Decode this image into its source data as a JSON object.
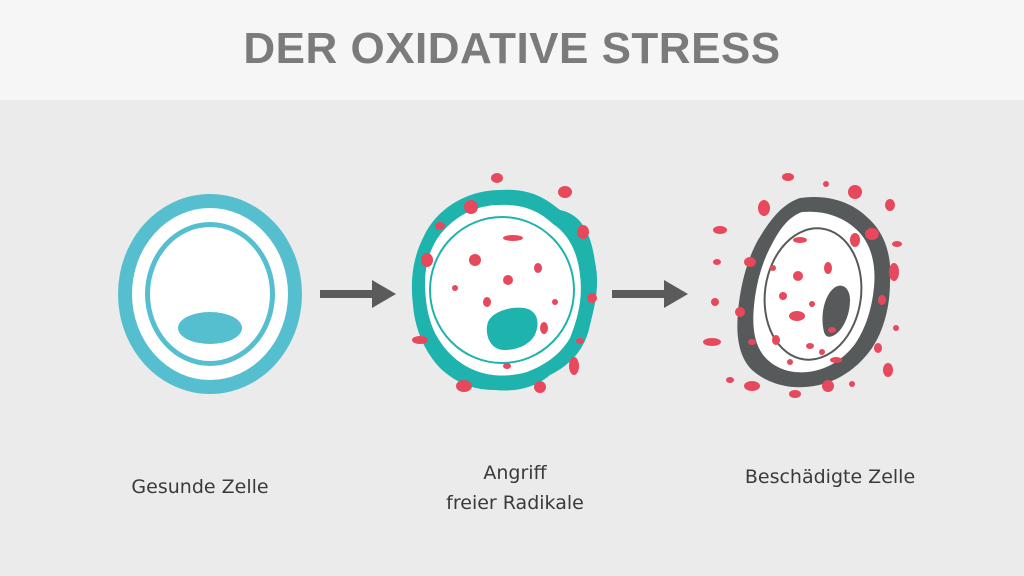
{
  "title": "DER OXIDATIVE STRESS",
  "stages": [
    {
      "label_lines": [
        "Gesunde Zelle"
      ]
    },
    {
      "label_lines": [
        "Angriff",
        "freier Radikale"
      ]
    },
    {
      "label_lines": [
        "Beschädigte Zelle"
      ]
    }
  ],
  "colors": {
    "healthy_membrane": "#55bfcf",
    "attacked_membrane": "#1eb3ad",
    "damaged_membrane": "#575a5b",
    "radical": "#e8485c",
    "arrow": "#5b5b5b",
    "title": "#7b7b7b",
    "header_background": "#f6f6f6",
    "background": "#ebebeb"
  }
}
